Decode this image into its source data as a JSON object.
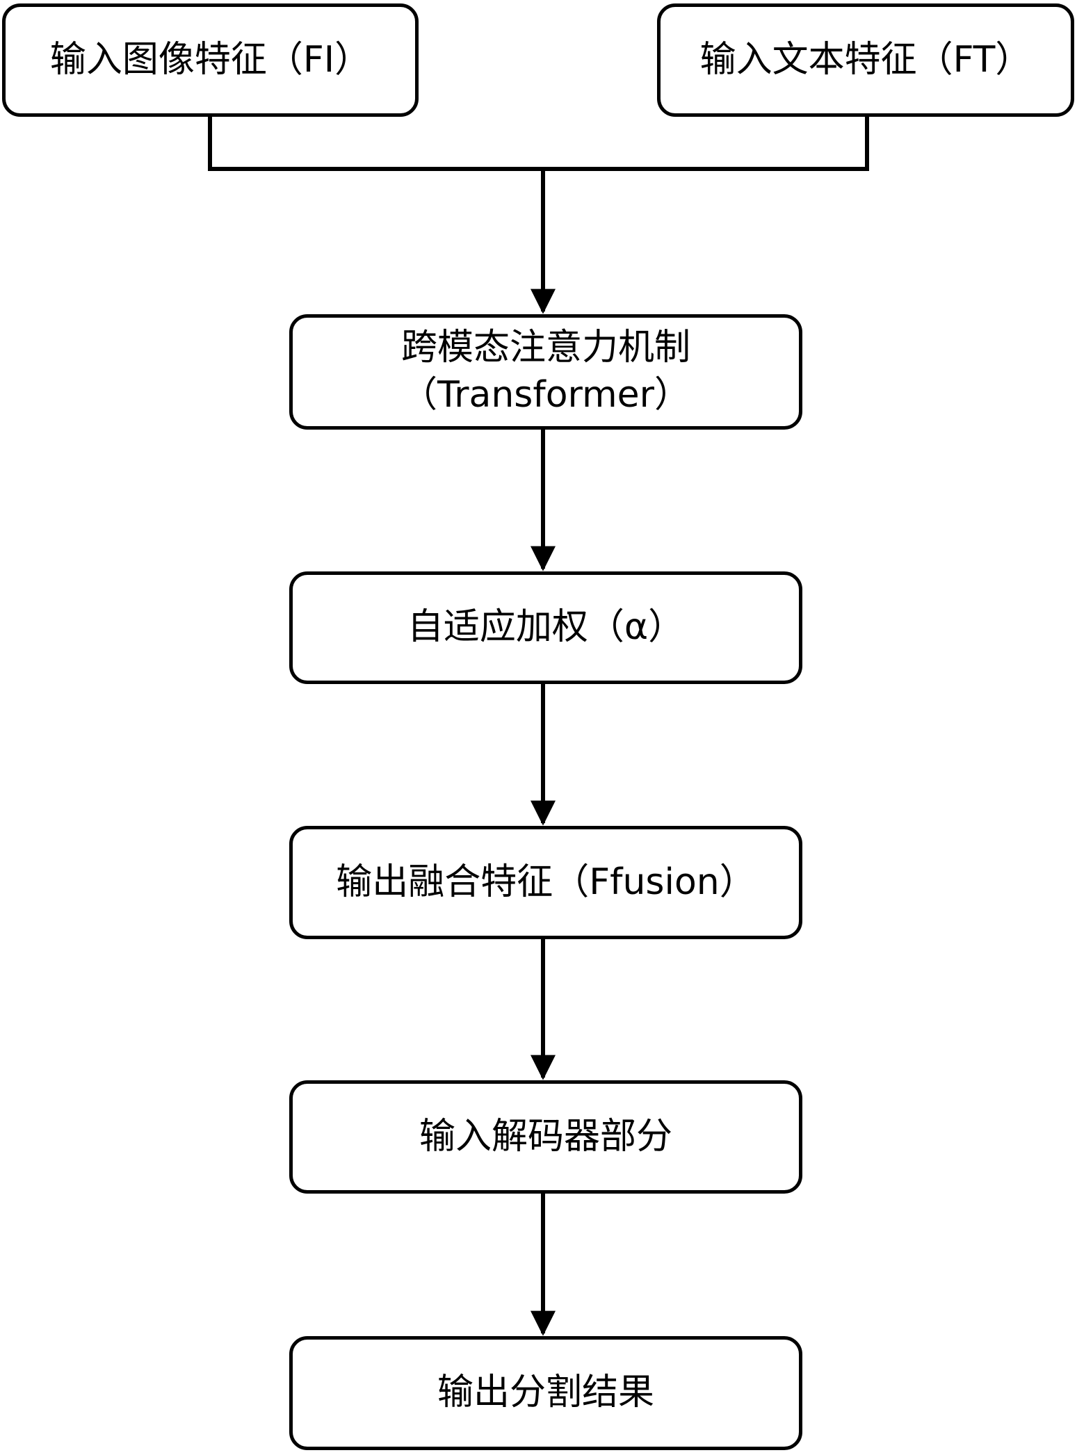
{
  "nodes": {
    "input_image": "输入图像特征（FI）",
    "input_text": "输入文本特征（FT）",
    "cross_attention": "跨模态注意力机制",
    "cross_attention_sub": "（Transformer）",
    "adaptive_weight": "自适应加权（α）",
    "fusion_output": "输出融合特征（Ffusion）",
    "decoder_input": "输入解码器部分",
    "segmentation_output": "输出分割结果"
  }
}
